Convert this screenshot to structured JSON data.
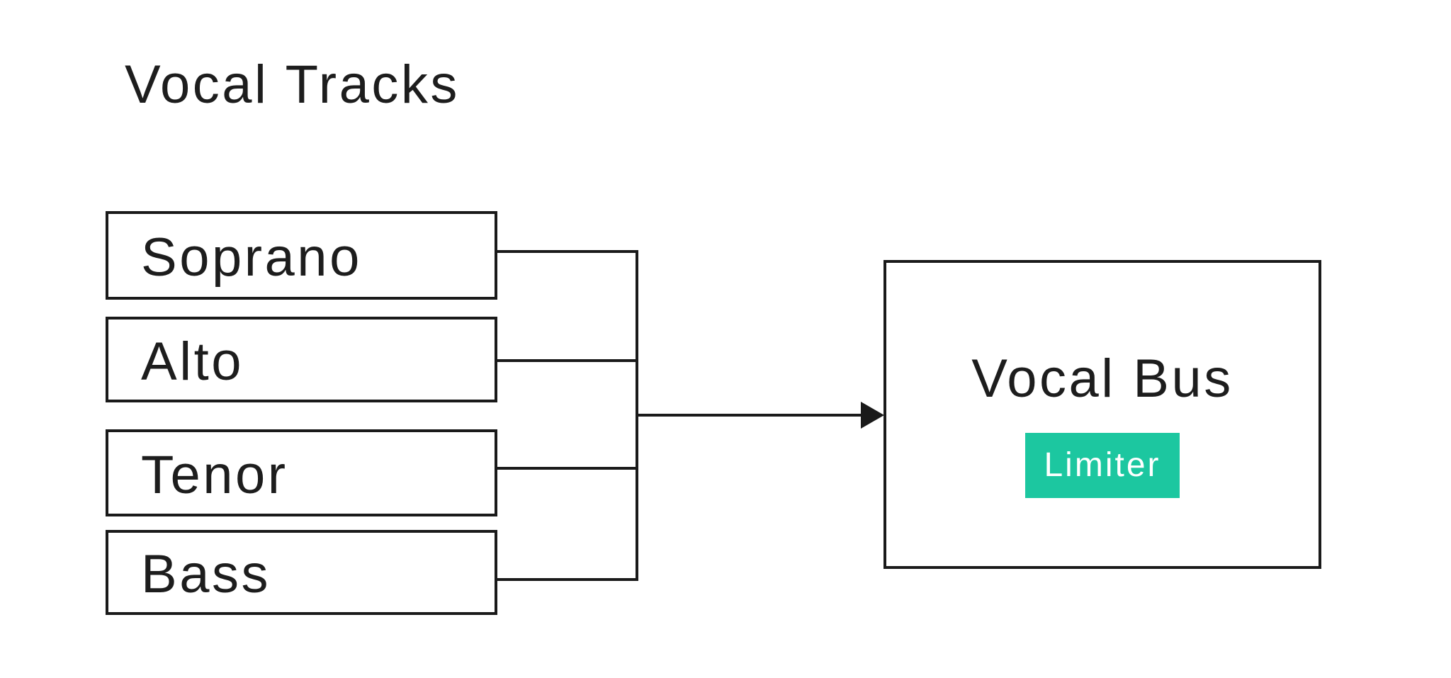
{
  "diagram": {
    "title": "Vocal Tracks",
    "tracks": [
      {
        "label": "Soprano"
      },
      {
        "label": "Alto"
      },
      {
        "label": "Tenor"
      },
      {
        "label": "Bass"
      }
    ],
    "bus": {
      "label": "Vocal Bus",
      "plugin": {
        "label": "Limiter"
      }
    },
    "colors": {
      "background": "#ffffff",
      "stroke": "#1a1a1a",
      "text": "#1d1d1d",
      "badge_background": "#1cc7a0",
      "badge_text": "#ffffff"
    }
  }
}
